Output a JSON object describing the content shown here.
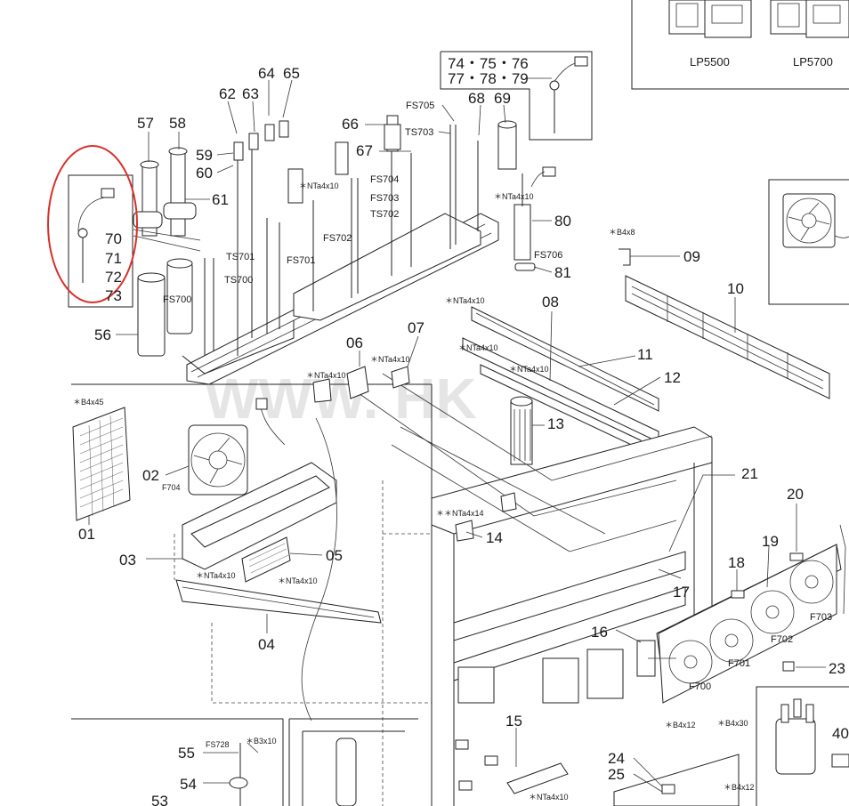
{
  "watermark": "WWW.                   HK",
  "models": [
    "LP5500",
    "LP5700"
  ],
  "part_labels": {
    "p57": "57",
    "p58": "58",
    "p59": "59",
    "p60": "60",
    "p61": "61",
    "p62": "62",
    "p63": "63",
    "p64": "64",
    "p65": "65",
    "p66": "66",
    "p67": "67",
    "p68": "68",
    "p69": "69",
    "p74": "74・75・76",
    "p77": "77・78・79",
    "p70": "70",
    "p71": "71",
    "p72": "72",
    "p73": "73",
    "p56": "56",
    "p80": "80",
    "p81": "81",
    "p09": "09",
    "p10": "10",
    "p08": "08",
    "p11": "11",
    "p12": "12",
    "p13": "13",
    "p06": "06",
    "p07": "07",
    "p02": "02",
    "p01": "01",
    "p03": "03",
    "p05": "05",
    "p04": "04",
    "p14": "14",
    "p21": "21",
    "p20": "20",
    "p19": "19",
    "p18": "18",
    "p17": "17",
    "p16": "16",
    "p23": "23",
    "p15": "15",
    "p24": "24",
    "p25": "25",
    "p55": "55",
    "p54": "54",
    "p53": "53",
    "p40": "40"
  },
  "codes": {
    "fs705": "FS705",
    "ts703": "TS703",
    "fs704": "FS704",
    "fs703": "FS703",
    "ts702": "TS702",
    "fs702": "FS702",
    "ts701": "TS701",
    "fs701": "FS701",
    "ts700": "TS700",
    "fs700": "FS700",
    "fs706": "FS706",
    "fs728": "FS728",
    "f704": "F704",
    "f703": "F703",
    "f702": "F702",
    "f701": "F701",
    "f700": "F700"
  },
  "screws": {
    "s1": "＊NTa4x10",
    "s2": "＊NTa4x10",
    "s3": "＊B4x8",
    "s4": "＊NTa4x10",
    "s5": "＊NTa4x10",
    "s6": "＊NTa4x10",
    "s7": "＊NTa4x10",
    "s8": "＊NTa4x10",
    "s9": "＊B4x45",
    "s10": "＊＊NTa4x14",
    "s11": "＊NTa4x10",
    "s12": "＊NTa4x10",
    "s13": "＊B4x12",
    "s14": "＊B4x30",
    "s15": "＊B3x10",
    "s16": "＊B4x12",
    "s17": "＊NTa4x10"
  },
  "colors": {
    "highlight": "#d9302c",
    "ink": "#222222",
    "watermark": "#d0d0d0"
  }
}
